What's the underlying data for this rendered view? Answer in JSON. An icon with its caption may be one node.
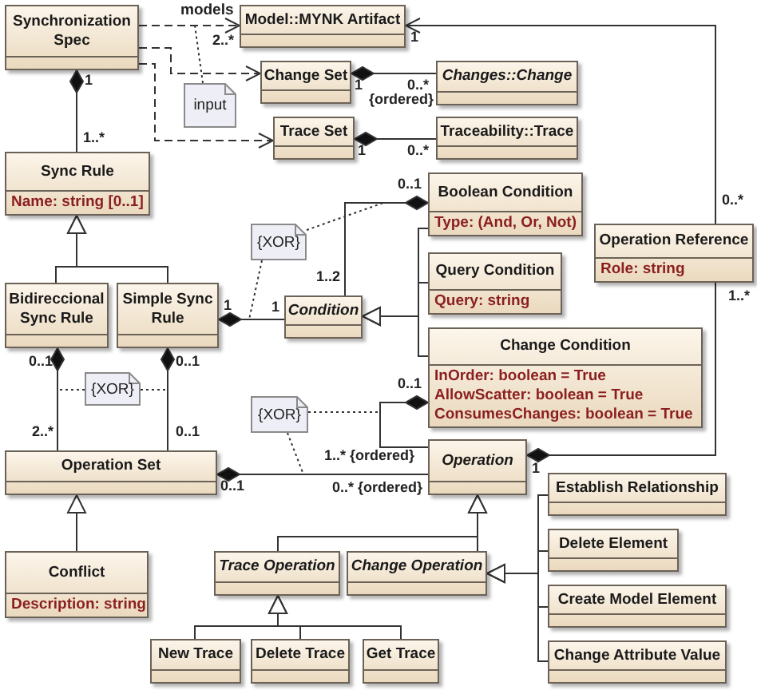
{
  "diagram": {
    "nodes": [
      {
        "text": [
          "Synchronization Spec"
        ]
      },
      {
        "text": [
          "Model::MYNK Artifact"
        ]
      },
      {
        "text": [
          "Change Set"
        ]
      },
      {
        "text": [
          "Changes::Change"
        ]
      },
      {
        "text": [
          "input"
        ]
      },
      {
        "text": [
          "Trace Set"
        ]
      },
      {
        "text": [
          "Traceability::Trace"
        ]
      },
      {
        "text": [
          "Sync Rule",
          "Name: string [0..1]"
        ]
      },
      {
        "text": [
          "{XOR}"
        ]
      },
      {
        "text": [
          "Boolean Condition",
          "Type: (And, Or, Not)"
        ]
      },
      {
        "text": [
          "Operation Reference",
          "Role: string"
        ]
      },
      {
        "text": [
          "Bidireccional Sync Rule"
        ]
      },
      {
        "text": [
          "Simple Sync Rule"
        ]
      },
      {
        "text": [
          "Condition"
        ]
      },
      {
        "text": [
          "Query Condition",
          "Query: string"
        ]
      },
      {
        "text": [
          "{XOR}"
        ]
      },
      {
        "text": [
          "Change Condition",
          "InOrder: boolean = True",
          "AllowScatter: boolean = True",
          "ConsumesChanges: boolean = True"
        ]
      },
      {
        "text": [
          "{XOR}"
        ]
      },
      {
        "text": [
          "Operation Set"
        ]
      },
      {
        "text": [
          "Operation"
        ]
      },
      {
        "text": [
          "Establish Relationship"
        ]
      },
      {
        "text": [
          "Conflict",
          "Description: string"
        ]
      },
      {
        "text": [
          "Trace Operation"
        ]
      },
      {
        "text": [
          "Change Operation"
        ]
      },
      {
        "text": [
          "Delete Element"
        ]
      },
      {
        "text": [
          "Create Model Element"
        ]
      },
      {
        "text": [
          "New Trace"
        ]
      },
      {
        "text": [
          "Delete Trace"
        ]
      },
      {
        "text": [
          "Get Trace"
        ]
      },
      {
        "text": [
          "Change Attribute Value"
        ]
      }
    ],
    "edges": [
      {
        "from": 0,
        "to": 1,
        "arrow": "to",
        "style": "dashed",
        "label": "models"
      },
      {
        "from": 0,
        "to": 2,
        "arrow": "to",
        "style": "dashed"
      },
      {
        "from": 0,
        "to": 5,
        "arrow": "to",
        "style": "dashed"
      },
      {
        "from": 4,
        "to": null,
        "arrow": "none",
        "style": "dashed"
      },
      {
        "from": 2,
        "to": 3,
        "arrow": "other"
      },
      {
        "from": 5,
        "to": 6,
        "arrow": "other"
      },
      {
        "from": 0,
        "to": 7,
        "arrow": "other"
      },
      {
        "from": 11,
        "to": 7,
        "arrow": "to"
      },
      {
        "from": 12,
        "to": 7,
        "arrow": "to"
      },
      {
        "from": 10,
        "to": 1,
        "arrow": "to"
      },
      {
        "from": 12,
        "to": 13,
        "arrow": "other"
      },
      {
        "from": 9,
        "to": 13,
        "arrow": "other"
      },
      {
        "from": 8,
        "to": null,
        "arrow": "none",
        "style": "dashed"
      },
      {
        "from": 8,
        "to": null,
        "arrow": "none",
        "style": "dashed"
      },
      {
        "from": 9,
        "to": 13,
        "arrow": "to"
      },
      {
        "from": 14,
        "to": 13,
        "arrow": "to"
      },
      {
        "from": 16,
        "to": 13,
        "arrow": "to"
      },
      {
        "from": 19,
        "to": 10,
        "arrow": "other"
      },
      {
        "from": 11,
        "to": 18,
        "arrow": "other"
      },
      {
        "from": 12,
        "to": 18,
        "arrow": "other"
      },
      {
        "from": 15,
        "to": null,
        "arrow": "none",
        "style": "dashed"
      },
      {
        "from": 15,
        "to": null,
        "arrow": "none",
        "style": "dashed"
      },
      {
        "from": 16,
        "to": 19,
        "arrow": "other"
      },
      {
        "from": 18,
        "to": 19,
        "arrow": "other"
      },
      {
        "from": 17,
        "to": null,
        "arrow": "none",
        "style": "dashed"
      },
      {
        "from": 17,
        "to": null,
        "arrow": "none",
        "style": "dashed"
      },
      {
        "from": 21,
        "to": 18,
        "arrow": "to"
      },
      {
        "from": 22,
        "to": 19,
        "arrow": "to"
      },
      {
        "from": 23,
        "to": 19,
        "arrow": "to"
      },
      {
        "from": 26,
        "to": 22,
        "arrow": "to"
      },
      {
        "from": 27,
        "to": 22,
        "arrow": "to"
      },
      {
        "from": 28,
        "to": 22,
        "arrow": "to"
      },
      {
        "from": 20,
        "to": 23,
        "arrow": "to"
      },
      {
        "from": 24,
        "to": 23,
        "arrow": "to"
      },
      {
        "from": 25,
        "to": 23,
        "arrow": "to"
      },
      {
        "from": 29,
        "to": 23,
        "arrow": "to"
      }
    ],
    "labels": [
      "2..*",
      "1",
      "1",
      "0..*",
      "{ordered}",
      "1",
      "1",
      "0..*",
      "1..*",
      "0..1",
      "0..*",
      "1..2",
      "1",
      "1",
      "1..*",
      "0..1",
      "0..1",
      "0..1",
      "2..*",
      "0..1",
      "1..* {ordered}",
      "1",
      "0..1",
      "0..* {ordered}"
    ]
  }
}
